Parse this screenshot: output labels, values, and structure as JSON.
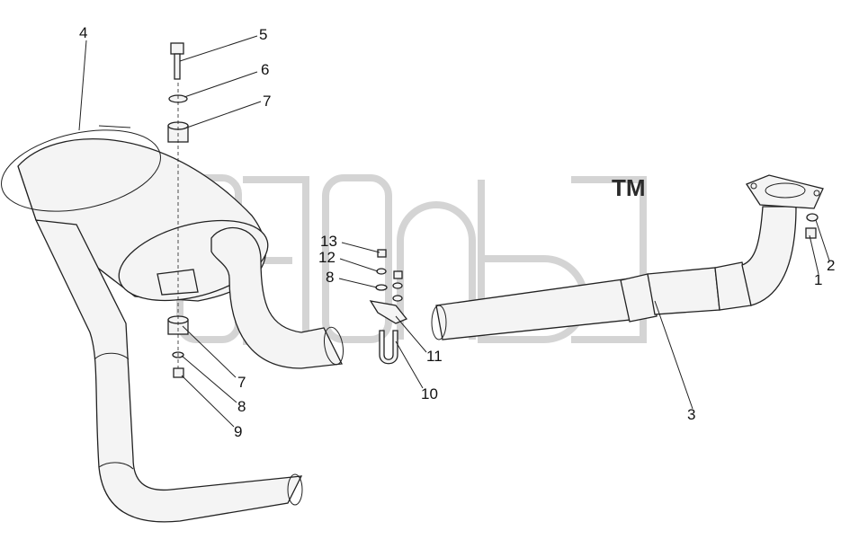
{
  "watermark": {
    "trademark": "TM"
  },
  "callouts": [
    {
      "id": "1",
      "label": "1"
    },
    {
      "id": "2",
      "label": "2"
    },
    {
      "id": "3",
      "label": "3"
    },
    {
      "id": "4",
      "label": "4"
    },
    {
      "id": "5",
      "label": "5"
    },
    {
      "id": "6",
      "label": "6"
    },
    {
      "id": "7a",
      "label": "7"
    },
    {
      "id": "7b",
      "label": "7"
    },
    {
      "id": "8a",
      "label": "8"
    },
    {
      "id": "8b",
      "label": "8"
    },
    {
      "id": "9",
      "label": "9"
    },
    {
      "id": "10",
      "label": "10"
    },
    {
      "id": "11",
      "label": "11"
    },
    {
      "id": "12",
      "label": "12"
    },
    {
      "id": "13",
      "label": "13"
    }
  ]
}
